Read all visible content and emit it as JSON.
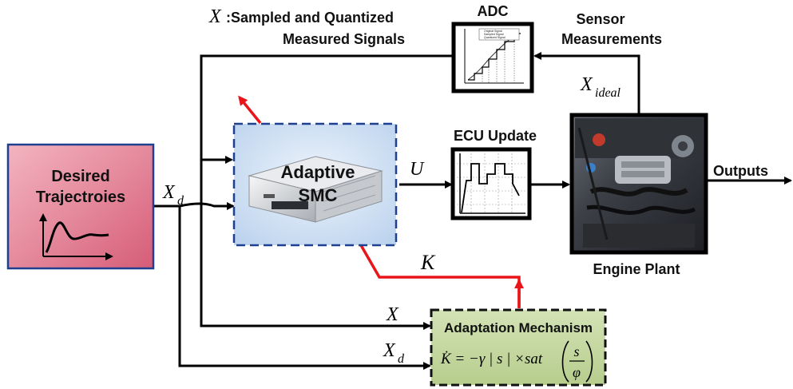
{
  "labels": {
    "x_symbol": "X",
    "x_desc_line1": ":Sampled and Quantized",
    "x_desc_line2": "Measured Signals",
    "adc_title": "ADC",
    "sensor_line1": "Sensor",
    "sensor_line2": "Measurements",
    "x_ideal_symbol": "X",
    "x_ideal_sub": "ideal",
    "desired_line1": "Desired",
    "desired_line2": "Trajectroies",
    "xd_symbol": "X",
    "xd_sub": "d",
    "smc_line1": "Adaptive",
    "smc_line2": "SMC",
    "u_symbol": "U",
    "ecu_title": "ECU Update",
    "outputs": "Outputs",
    "engine_plant": "Engine Plant",
    "k_symbol": "K",
    "x_symbol_bottom": "X",
    "xd_symbol_bottom": "X",
    "xd_sub_bottom": "d",
    "adaptation_title": "Adaptation Mechanism",
    "law_lhs": "K̇ = −γ | s | ×sat",
    "law_num": "s",
    "law_den": "φ"
  },
  "adc_legend": [
    "Original Signal",
    "Sampled Signal",
    "Quantized Signal"
  ],
  "colors": {
    "line": "#000000",
    "feedback_red": "#e8161b",
    "desired_fill": "#e07f93",
    "desired_border": "#1f3f8f",
    "smc_fill": "#c7dcf2",
    "smc_border": "#1f3f8f",
    "adapt_fill": "#c6d9a4",
    "adapt_border": "#111111"
  }
}
